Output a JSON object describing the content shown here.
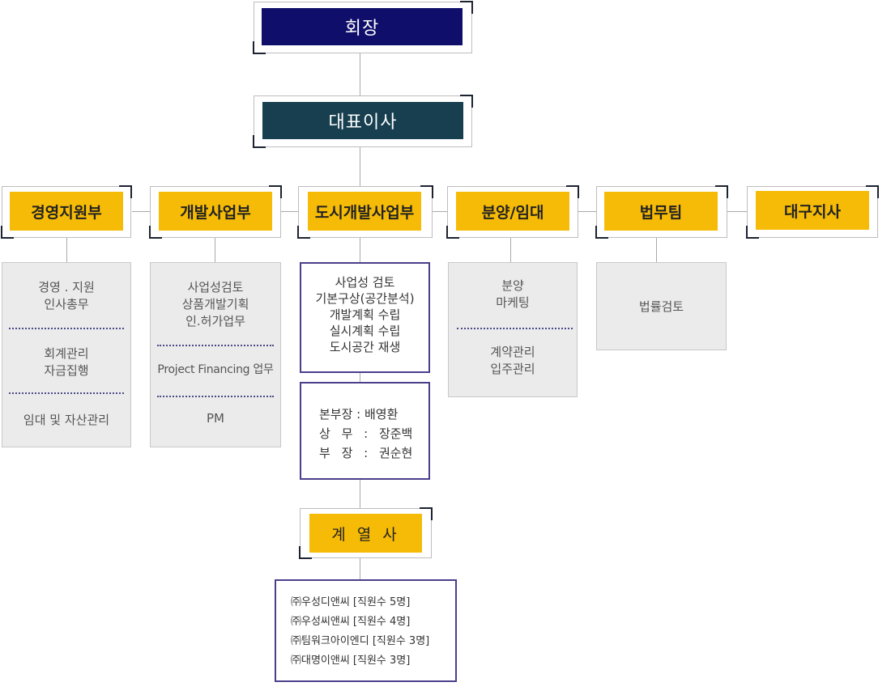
{
  "chairman": {
    "label": "회장",
    "color": "#0f0f6b"
  },
  "ceo": {
    "label": "대표이사",
    "color": "#173f4f"
  },
  "departments": [
    {
      "label": "경영지원부"
    },
    {
      "label": "개발사업부"
    },
    {
      "label": "도시개발사업부"
    },
    {
      "label": "분양/임대"
    },
    {
      "label": "법무팀"
    },
    {
      "label": "대구지사"
    }
  ],
  "accent_color": "#f6bb06",
  "management": {
    "group1": [
      "경영 . 지원",
      "인사총무"
    ],
    "group2": [
      "회계관리",
      "자금집행"
    ],
    "group3": [
      "임대 및 자산관리"
    ]
  },
  "development": {
    "group1": [
      "사업성검토",
      "상품개발기획",
      "인.허가업무"
    ],
    "group2": [
      "Project Financing 업무"
    ],
    "group3": [
      "PM"
    ]
  },
  "urban": {
    "tasks": [
      "사업성 검토",
      "기본구상(공간분석)",
      "개발계획 수립",
      "실시계획 수립",
      "도시공간 재생"
    ],
    "staff": [
      "본부장 : 배영환",
      "상 무 : 장준백",
      "부 장 : 권순현"
    ]
  },
  "sales": {
    "group1": [
      "분양",
      "마케팅"
    ],
    "group2": [
      "계약관리",
      "입주관리"
    ]
  },
  "legal": {
    "task": "법률검토"
  },
  "affiliates": {
    "label": "계 열 사",
    "companies": [
      "㈜우성디앤씨 [직원수 5명]",
      "㈜우성씨앤씨 [직원수 4명]",
      "㈜팀워크아이엔디 [직원수 3명]",
      "㈜대명이앤씨 [직원수 3명]"
    ]
  }
}
